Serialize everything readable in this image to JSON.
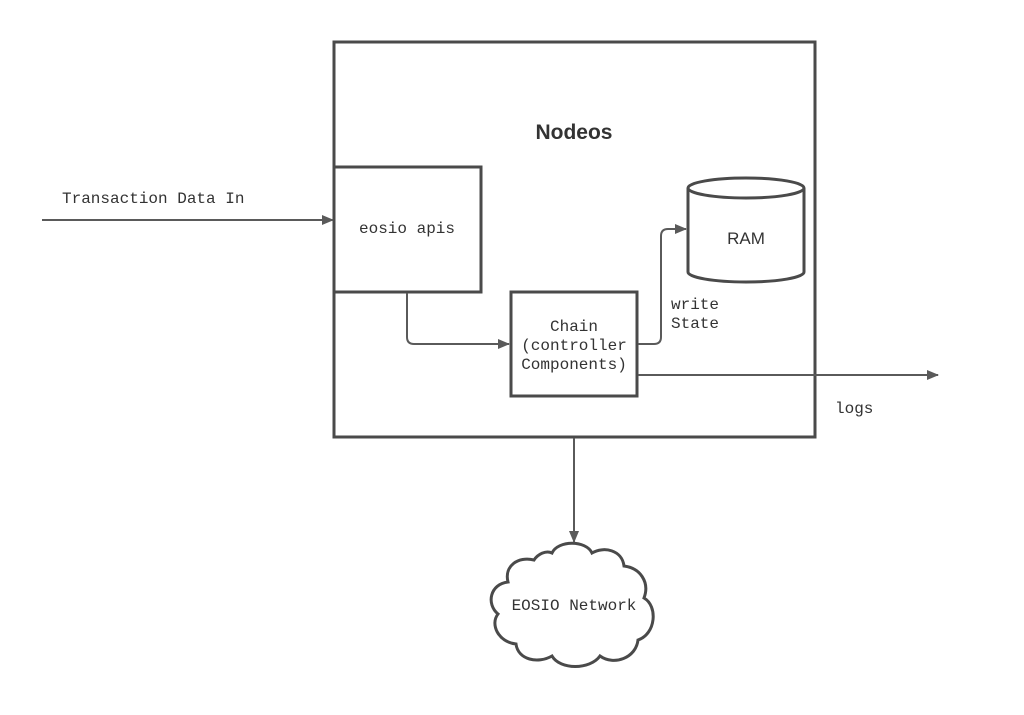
{
  "nodes": {
    "nodeos": {
      "label": "Nodeos"
    },
    "eosio_apis": {
      "label": "eosio apis"
    },
    "chain": {
      "line1": "Chain",
      "line2": "(controller",
      "line3": "Components)"
    },
    "ram": {
      "label": "RAM"
    },
    "network": {
      "label": "EOSIO Network"
    }
  },
  "edges": {
    "input": {
      "label": "Transaction Data In"
    },
    "write_state": {
      "line1": "write",
      "line2": "State"
    },
    "logs": {
      "label": "logs"
    }
  },
  "colors": {
    "stroke": "#4a4a4a",
    "arrow": "#5a5a5a",
    "text": "#333333"
  }
}
